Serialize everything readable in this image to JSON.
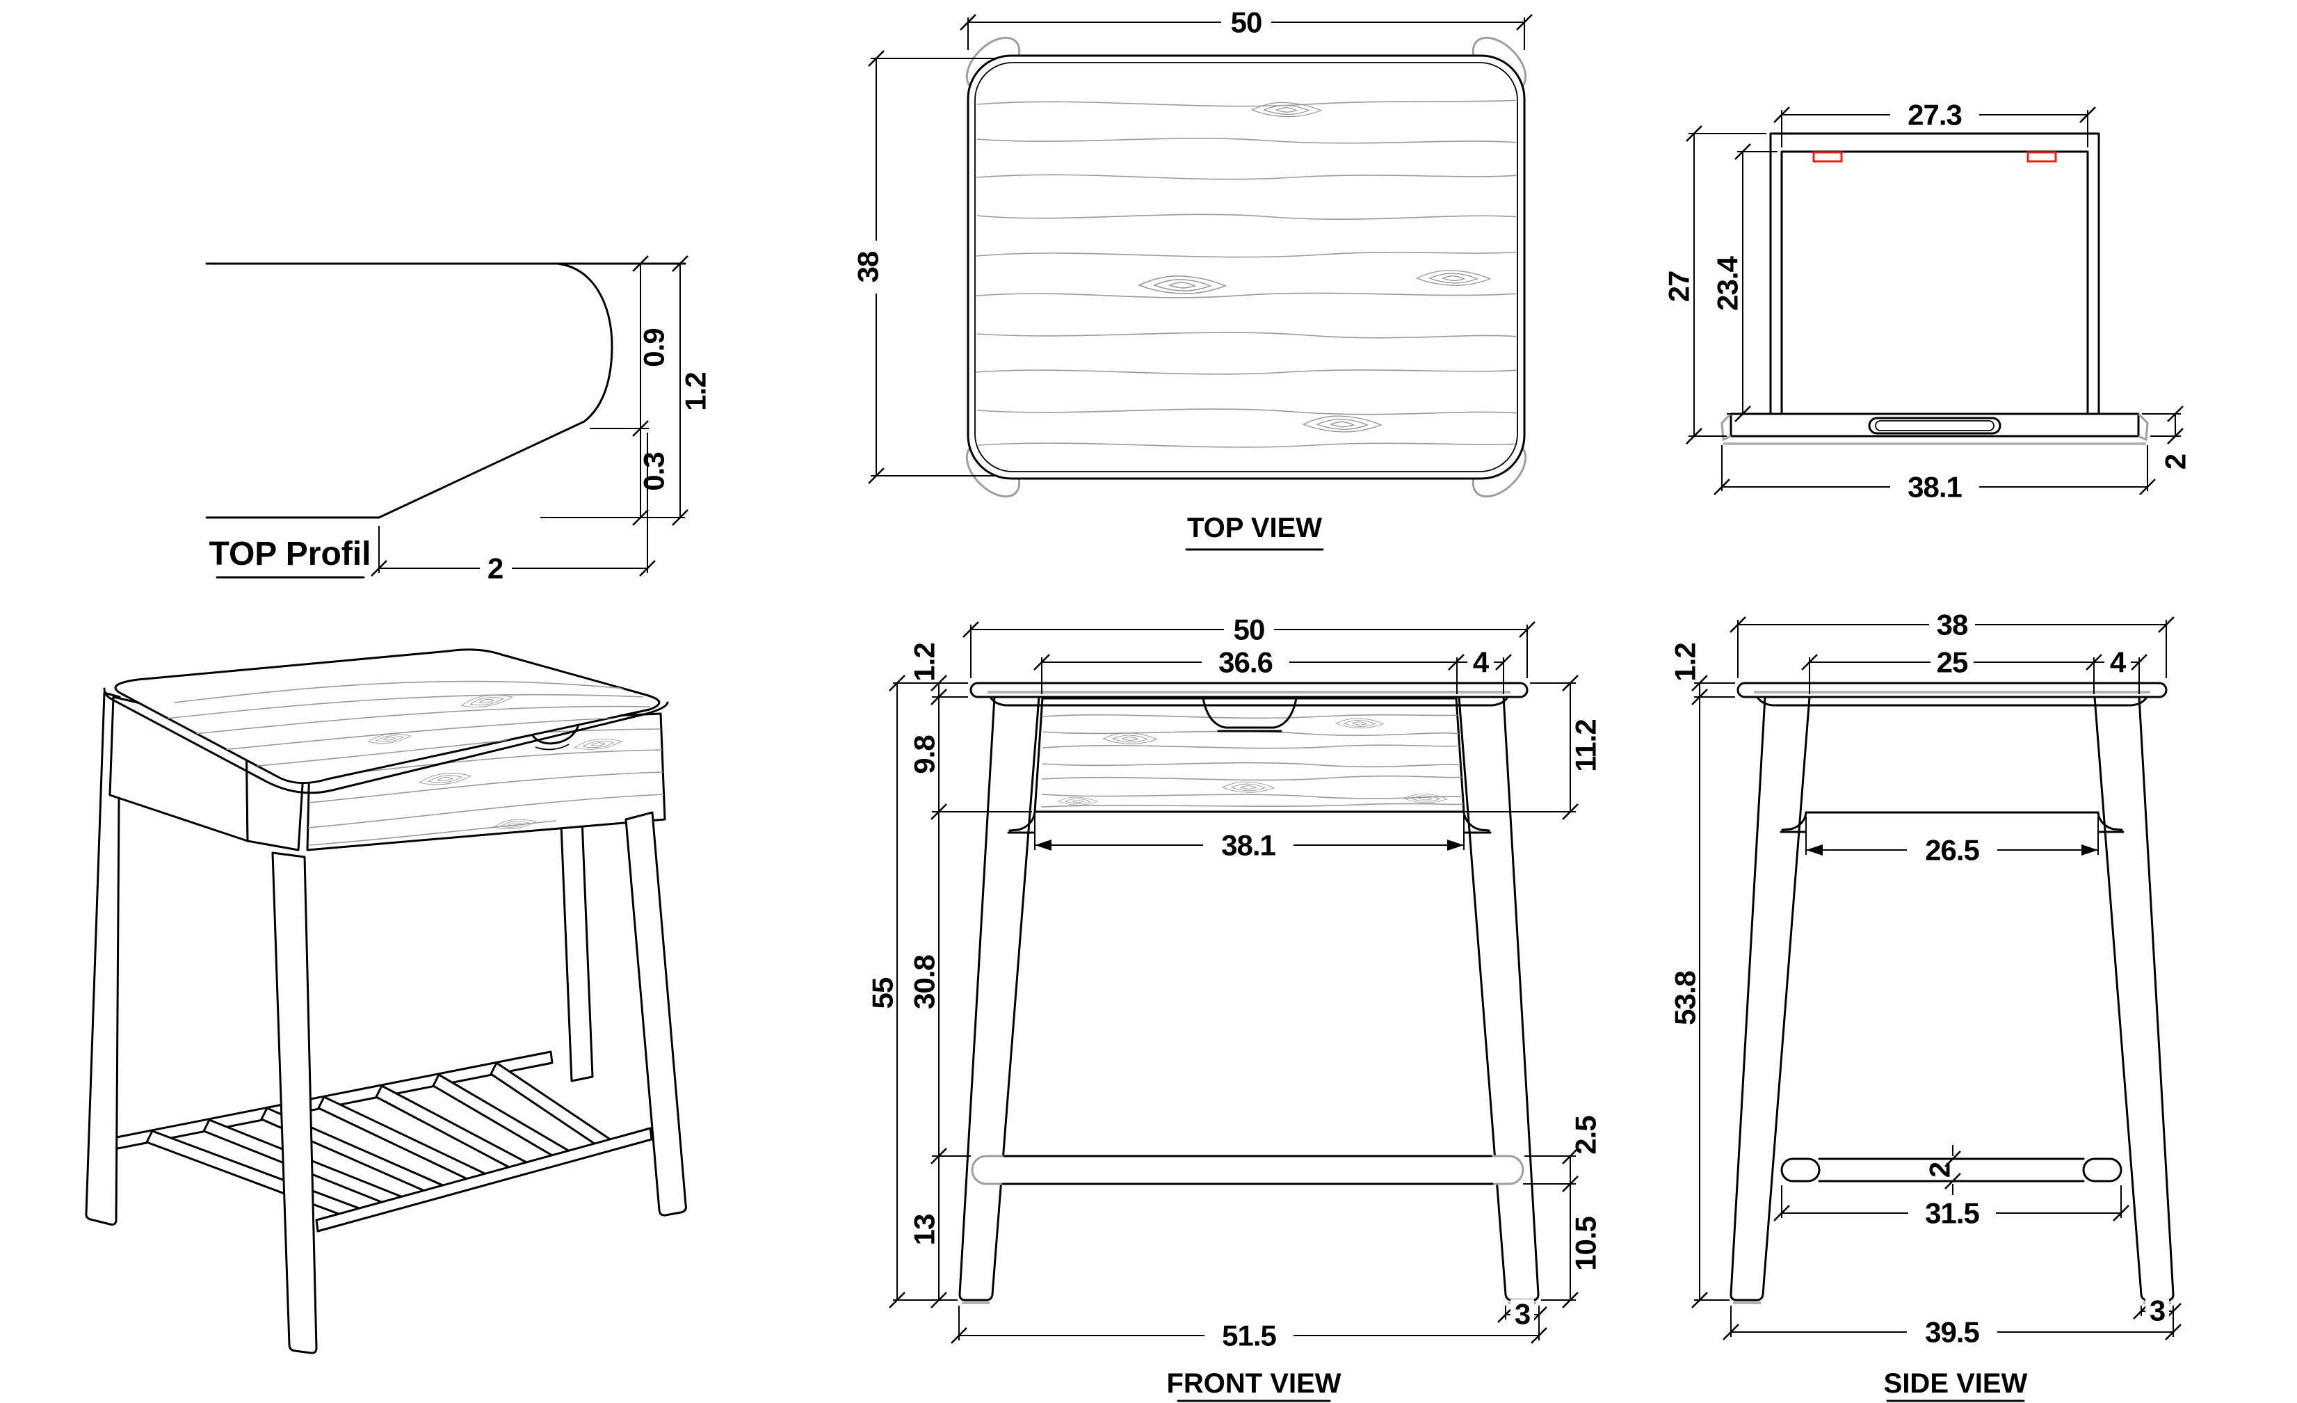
{
  "sheet": {
    "background": "#ffffff"
  },
  "colors": {
    "line": "#000000",
    "grain_gray": "#999999",
    "soft_gray": "#9e9e9e",
    "shade_gray": "#b3b3b3",
    "accent_red": "#e32119"
  },
  "views": {
    "top_profile": {
      "label": "TOP Profil",
      "dims": {
        "edge_top": "0.9",
        "edge_total": "1.2",
        "edge_bottom": "0.3",
        "chamfer_run": "2"
      }
    },
    "top_view": {
      "label": "TOP VIEW",
      "dims": {
        "width": "50",
        "depth": "38"
      }
    },
    "drawer_back": {
      "dims": {
        "opening_width": "27.3",
        "total_height": "27",
        "opening_height": "23.4",
        "panel_width": "38.1",
        "panel_thickness": "2"
      }
    },
    "front_view": {
      "label": "FRONT VIEW",
      "dims": {
        "top_width": "50",
        "top_thickness": "1.2",
        "drawer_width": "36.6",
        "leg_top_width": "4",
        "drawer_height": "9.8",
        "apron_height": "11.2",
        "drawer_outer_width": "38.1",
        "total_height": "55",
        "leg_clear_height": "30.8",
        "stretcher_thickness": "2.5",
        "stretcher_height_left": "13",
        "stretcher_floor_gap": "10.5",
        "feet_span": "51.5",
        "foot_width": "3"
      }
    },
    "side_view": {
      "label": "SIDE VIEW",
      "dims": {
        "top_depth": "38",
        "top_thickness": "1.2",
        "leg_clear_span": "25",
        "leg_top_width": "4",
        "rail_depth": "26.5",
        "height_under_top": "53.8",
        "stretcher_thickness": "2",
        "stretcher_span": "31.5",
        "feet_span": "39.5",
        "foot_width": "3"
      }
    }
  }
}
